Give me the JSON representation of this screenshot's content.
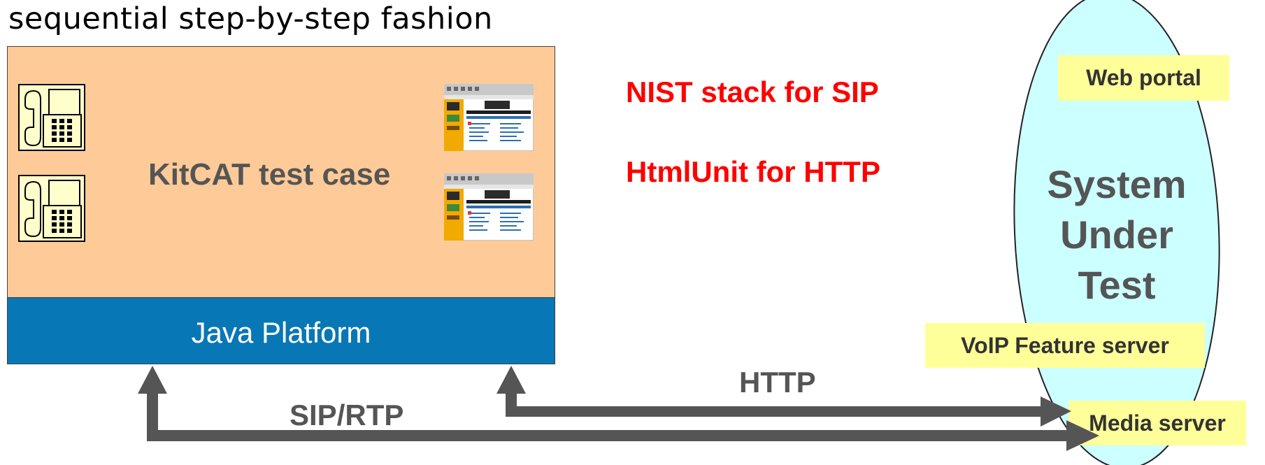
{
  "heading": "sequential step-by-step fashion",
  "kitcat": {
    "test_case_label": "KitCAT test case",
    "platform_label": "Java Platform",
    "box_color": "#fecb98",
    "platform_color": "#0877b5"
  },
  "icons": {
    "phone": "ip-phone-icon",
    "browser": "web-browser-icon"
  },
  "libraries": {
    "sip": "NIST stack for SIP",
    "http": "HtmlUnit for HTTP",
    "color": "#ff0000"
  },
  "sut": {
    "line1": "System",
    "line2": "Under",
    "line3": "Test",
    "color": "#ccffff",
    "components": {
      "web_portal": "Web portal",
      "voip_server": "VoIP Feature server",
      "media_server": "Media server"
    }
  },
  "connections": {
    "http": "HTTP",
    "sip_rtp": "SIP/RTP"
  }
}
